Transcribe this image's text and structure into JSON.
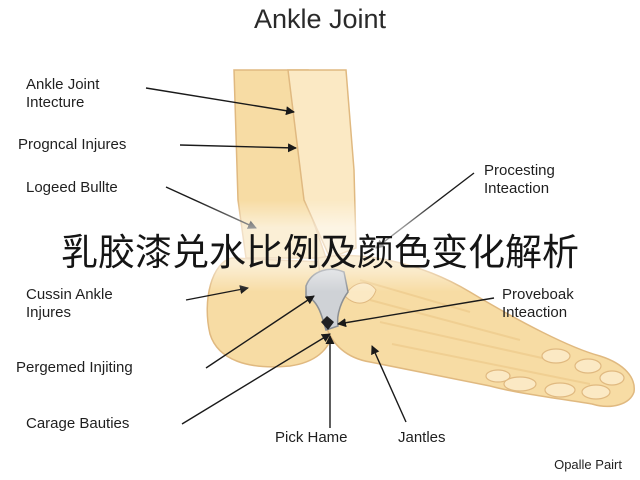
{
  "title": "Ankle Joint",
  "banner_text": "乳胶漆兑水比例及颜色变化解析",
  "credit": "Opalle Pairt",
  "labels": {
    "ankle_joint_intecture": [
      "Ankle Joint",
      "Intecture"
    ],
    "prognal_injures": [
      "Prognсal Injures"
    ],
    "logeed_bullte": [
      "Logeed Bullte"
    ],
    "cussin_ankle_injures": [
      "Cussin Ankle",
      "Injures"
    ],
    "pergemed_injiting": [
      "Pergemed Injiting"
    ],
    "carage_bauties": [
      "Carage Bauties"
    ],
    "pick_hame": [
      "Pick Hame"
    ],
    "jantles": [
      "Jantles"
    ],
    "procesting_inteaction": [
      "Procesting",
      "Inteaction"
    ],
    "proveboak_inteaction": [
      "Proveboak",
      "Inteaction"
    ]
  },
  "colors": {
    "bone_fill": "#f7dca4",
    "bone_highlight": "#fbe9c4",
    "bone_outline": "#e0b980",
    "cartilage": "#cfd2d6",
    "arrow": "#1a1a1a"
  }
}
